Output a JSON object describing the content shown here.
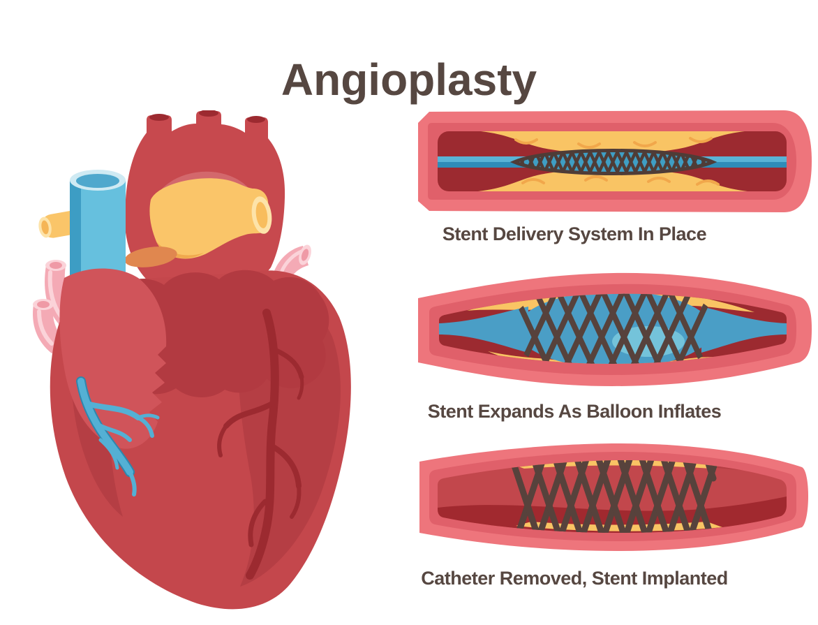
{
  "title": "Angioplasty",
  "stages": [
    {
      "id": 1,
      "label": "Stent Delivery System In Place",
      "figure": "artery-cross-section-with-collapsed-stent-on-catheter"
    },
    {
      "id": 2,
      "label": "Stent Expands As Balloon Inflates",
      "figure": "artery-cross-section-with-balloon-expanding-stent"
    },
    {
      "id": 3,
      "label": "Catheter Removed, Stent Implanted",
      "figure": "artery-cross-section-with-implanted-stent"
    }
  ],
  "heart": {
    "figure": "human-heart-illustration"
  },
  "palette": {
    "text": "#564741",
    "vessel_wall": "#ee757c",
    "vessel_wall_inner": "#e0606a",
    "lumen_dark": "#9c2a30",
    "lumen_open": "#c2474c",
    "plaque_yellow": "#f9c464",
    "plaque_shade": "#f1a74b",
    "catheter_blue_light": "#5ab3d6",
    "catheter_blue_dark": "#2f8cb8",
    "balloon_blue": "#4a9ec6",
    "balloon_highlight": "#74c3da",
    "stent_dark": "#57423c",
    "heart_red": "#c4474c",
    "heart_dark_red": "#b23a41",
    "heart_bright_red": "#d0545a",
    "coronary_artery": "#9c2a30",
    "coronary_vein": "#54b0d4",
    "vena_cava_blue": "#66c0de",
    "pulmonary_yellow": "#fac569",
    "pink_vessel": "#f4aab5"
  }
}
